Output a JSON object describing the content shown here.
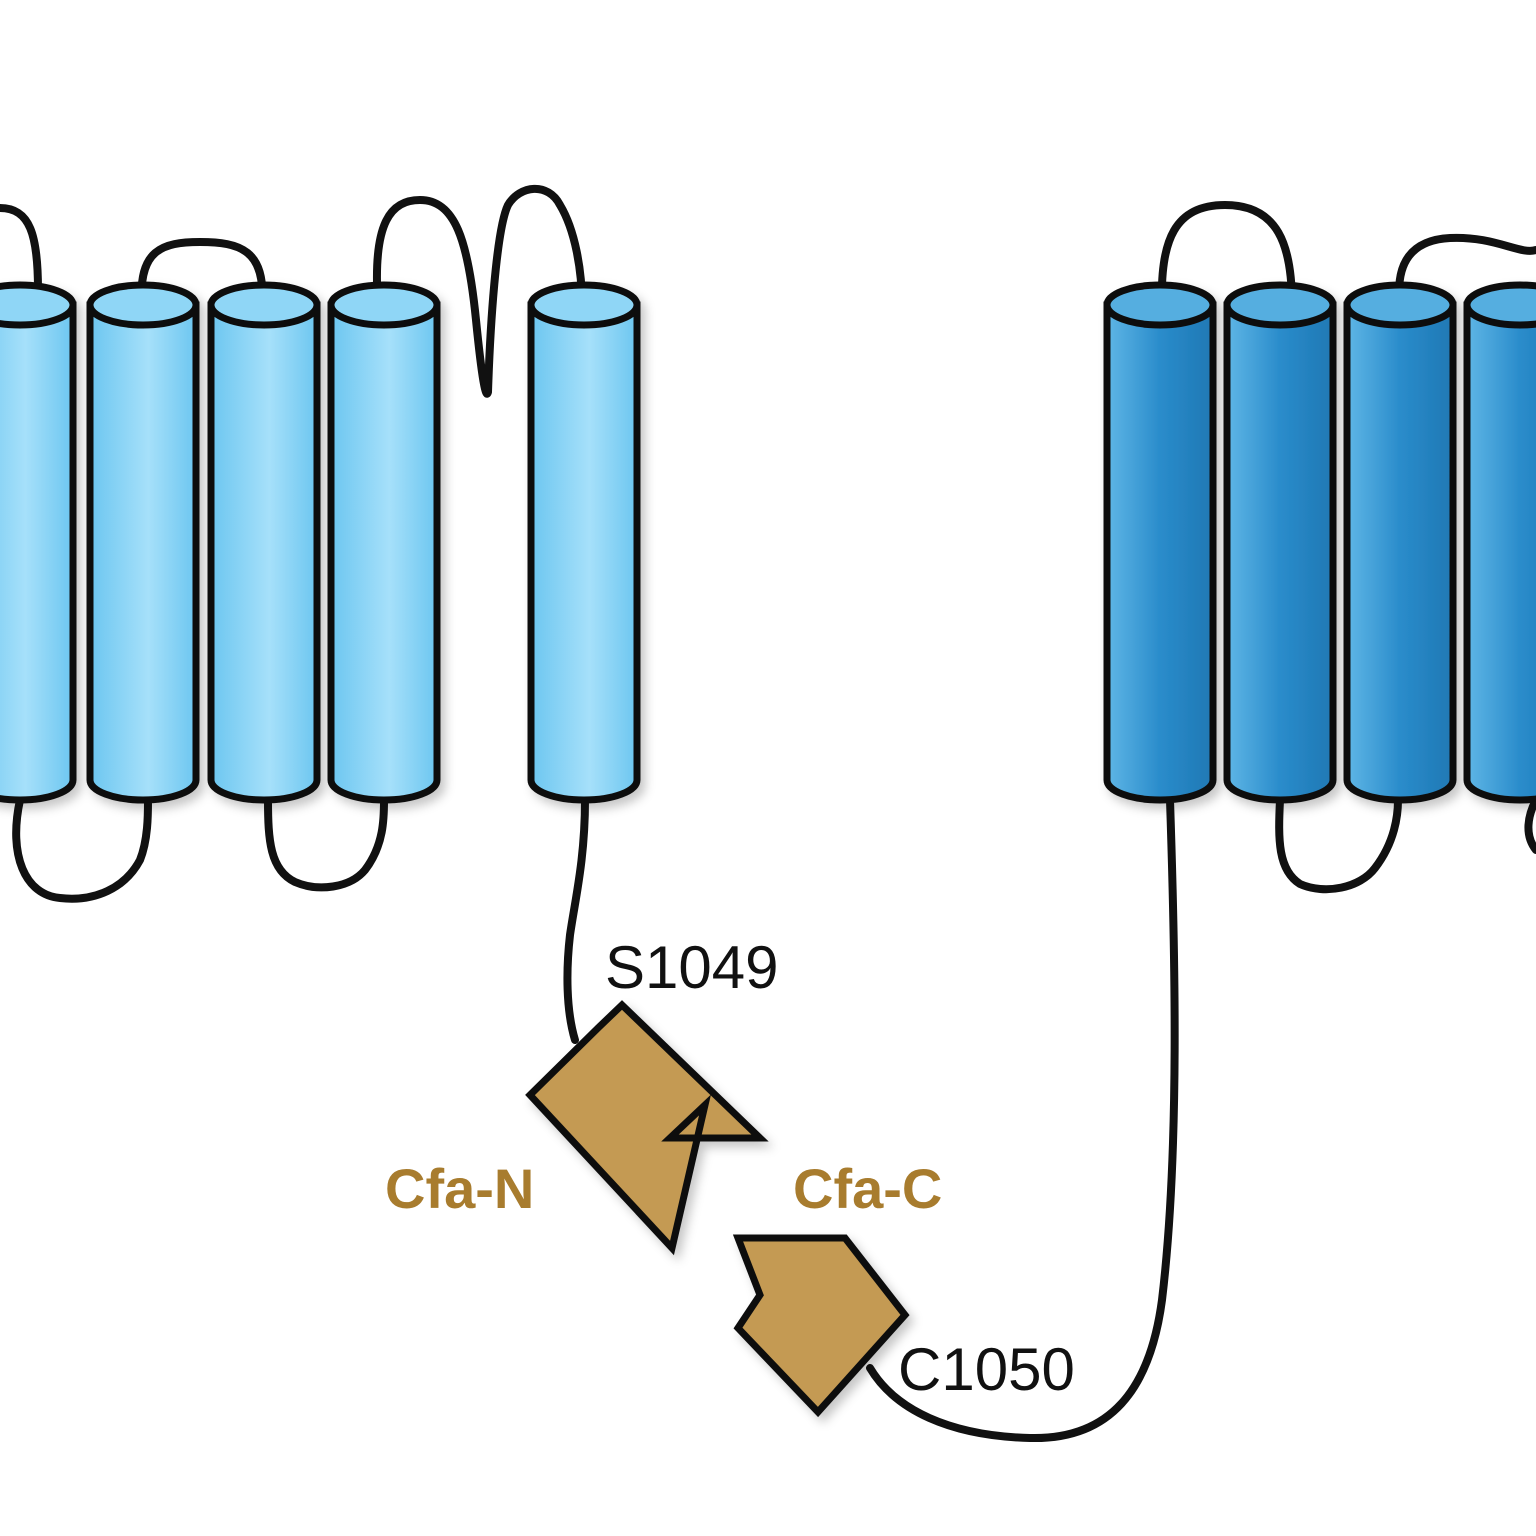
{
  "labels": {
    "s1049": "S1049",
    "cfa_n": "Cfa-N",
    "cfa_c": "Cfa-C",
    "c1050": "C1050"
  },
  "colors": {
    "helix_left": "#6cc6f0",
    "helix_left_light": "#a6e0fa",
    "helix_left_top": "#8fd6f6",
    "helix_right": "#2a8ccb",
    "helix_right_light": "#5fb6e6",
    "helix_right_top": "#55aee0",
    "intein": "#c49a52",
    "intein_label": "#a87c2e",
    "outline": "#111111"
  },
  "elements": {
    "helix_icon": "cylinder",
    "intein_n_icon": "notched-arrow",
    "intein_c_icon": "pentagon-arrow"
  }
}
